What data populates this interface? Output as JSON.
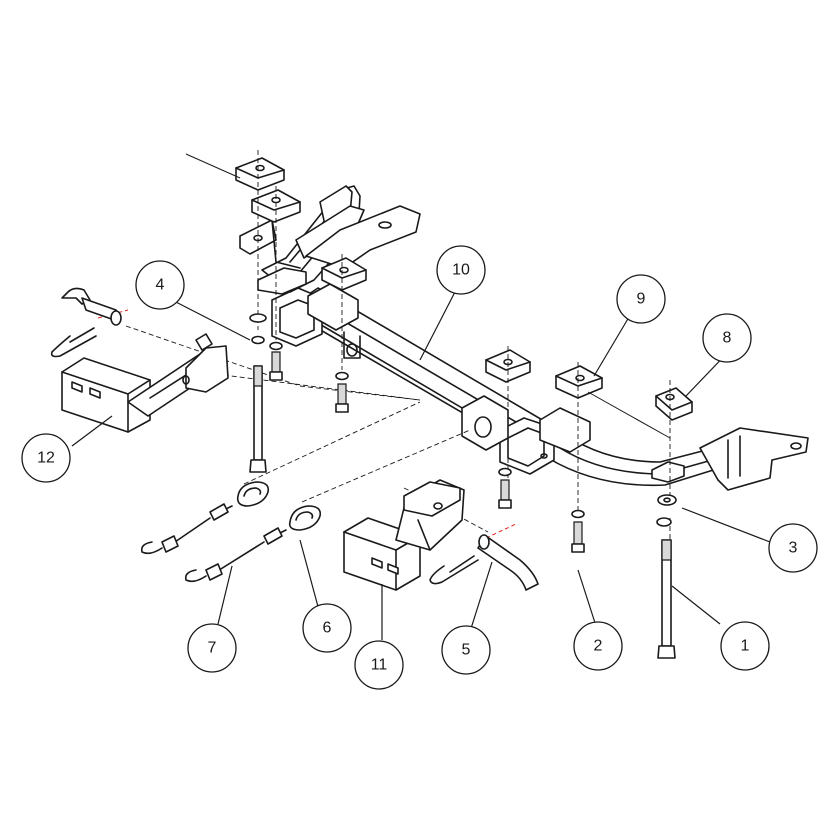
{
  "callouts": [
    {
      "id": "1",
      "label": "1"
    },
    {
      "id": "2",
      "label": "2"
    },
    {
      "id": "3",
      "label": "3"
    },
    {
      "id": "4",
      "label": "4"
    },
    {
      "id": "5",
      "label": "5"
    },
    {
      "id": "6",
      "label": "6"
    },
    {
      "id": "7",
      "label": "7"
    },
    {
      "id": "8",
      "label": "8"
    },
    {
      "id": "9",
      "label": "9"
    },
    {
      "id": "10",
      "label": "10"
    },
    {
      "id": "11",
      "label": "11"
    },
    {
      "id": "12",
      "label": "12"
    }
  ],
  "colors": {
    "line": "#1a1a1a",
    "centerline_red": "#e0201c",
    "background": "#ffffff"
  }
}
